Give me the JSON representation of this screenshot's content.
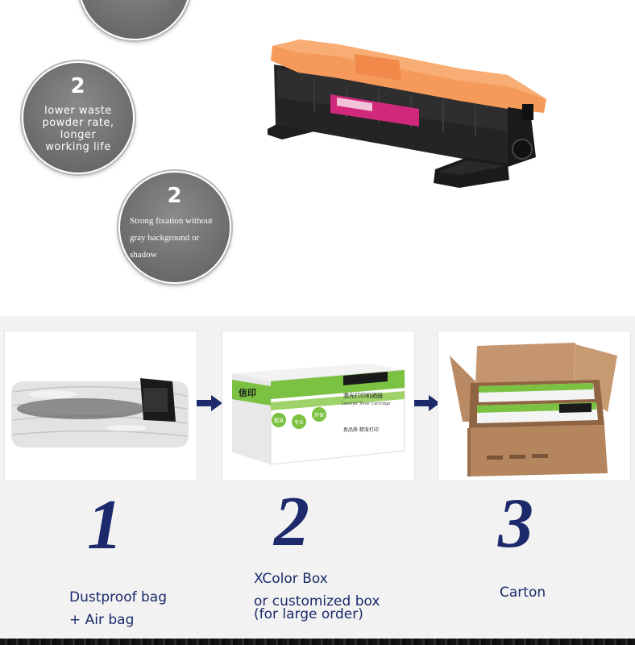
{
  "features": [
    {
      "number": "",
      "text": ""
    },
    {
      "number": "2",
      "text": "lower waste\npowder rate,\nlonger\nworking life"
    },
    {
      "number": "2",
      "text": "Strong fixation without gray background or shadow"
    }
  ],
  "packaging": {
    "steps": [
      {
        "number": "1",
        "caption_lines": [
          "Dustproof bag",
          "+ Air bag"
        ]
      },
      {
        "number": "2",
        "caption_lines": [
          "XColor Box",
          "or customized box",
          "(for large order)"
        ]
      },
      {
        "number": "3",
        "caption_lines": [
          "Carton"
        ]
      }
    ],
    "box_brand": "信印",
    "box_title": "激光打印机硒鼓",
    "box_subtitle": "Laserjet Toner Cartridge",
    "box_badges": [
      "精准",
      "专业",
      "环保"
    ],
    "box_slogan": "真品质 精准打印"
  },
  "colors": {
    "bubble_gray": "#6f6f6f",
    "cartridge_orange": "#f59a5a",
    "label_magenta": "#d0287a",
    "step_navy": "#1c2a6b",
    "box_green": "#7cc242",
    "carton_brown": "#b98a63"
  }
}
